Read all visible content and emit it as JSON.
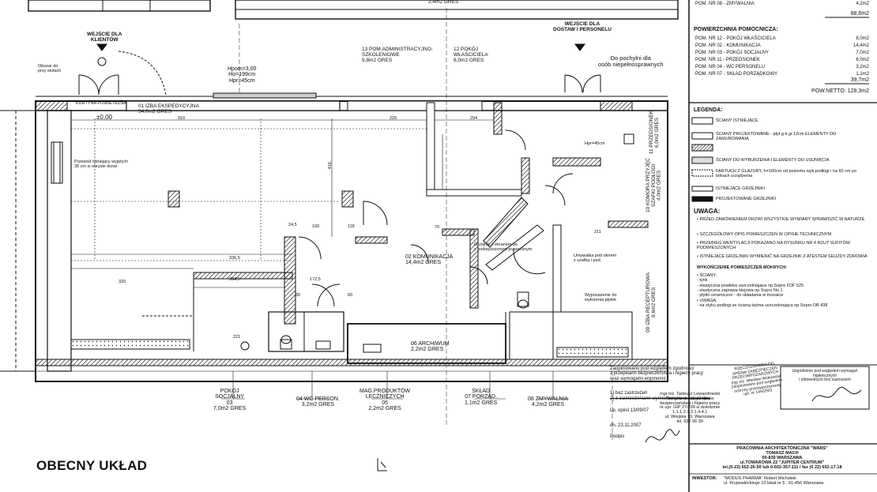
{
  "title": "OBECNY UKŁAD",
  "entrances": {
    "clients": "WEJŚCIE DLA\nKLIENTÓW",
    "delivery": "WEJŚCIE DLA\nDOSTAW I PERSONELU",
    "ramp": "Do pochylni dla\nosób niepełnosprawnych",
    "hall": "KURTYNA POWIETRZNA",
    "clients_note": "Obszar do\nprzy stołach"
  },
  "heights": "Hpom=3,00\nHo=199cm\nHpr=45cm",
  "level": "±0,00",
  "rooms": [
    {
      "id": "01",
      "text": "01  IZBA EKSPEDYCYJNA\n54,0m2  GRES"
    },
    {
      "id": "13",
      "text": "13  POM.ADMINISTRACYJNO-\nSZKOLENIOWE\n9,8m2  GRES"
    },
    {
      "id": "12",
      "text": "12  POKÓJ\nWŁAŚCICIELA\n8,0m2  GRES"
    },
    {
      "id": "11",
      "text": "11  PRZEDSIONEK\n6,0m2  GRES"
    },
    {
      "id": "10",
      "text": "10  KOMORA PRZYJĘĆ\nSZAFKI PODŁOGI\n4,0m2  GRES"
    },
    {
      "id": "09",
      "text": "09  IZBA RECEPTUROWA\n9,6m2  GRES"
    },
    {
      "id": "02",
      "text": "02  KOMUNIKACJA\n14,4m2  GRES"
    },
    {
      "id": "06",
      "text": "06  ARCHIWUM\n2,2m2  GRES"
    },
    {
      "id": "03",
      "text": "POKÓJ\nSOCJALNY\n03\n7,0m2  GRES"
    },
    {
      "id": "04",
      "text": "04  WC PERSON.\n3,2m2  GRES"
    },
    {
      "id": "05",
      "text": "MAG.PRODUKTÓW\nLECZNICZYCH\n05\n2,2m2  GRES"
    },
    {
      "id": "07",
      "text": "SKŁAD\n07  PORZĄD.\n1,1m2  GRES"
    },
    {
      "id": "08",
      "text": "08  ZMYWALNIA\n4,2m2  GRES"
    },
    {
      "id": "top",
      "text": "2,4m2  GRES"
    }
  ],
  "dims": [
    "910",
    "220",
    "294",
    "416",
    "336,5",
    "284,5",
    "320",
    "118",
    "100",
    "172,5",
    "30",
    "60",
    "221",
    "211",
    "24,5",
    "70"
  ],
  "notes_plan": {
    "przewod": "Przewód istniejący wyjętych\n30 cm w obrysie drzwi",
    "grzejnik": "Grzejnik z ekranem do\nz podwyższonym przenośnym",
    "wyp": "Wyposażenie do\nwyłożenia płytek",
    "stalowe": "Umywalka pod oknem\nz szafką i pod.",
    "hpr": "Hpr=45cm"
  },
  "approval": {
    "p1": "Zaopiniowano pod względem zgodności\nz przepisami bezpieczeństwa i higieny pracy\noraz wymogami ergonomii:",
    "p2": "1) bez zastrzeżeń",
    "p3": "2) z zastrzeżeniami wymienionymi w załączniku",
    "date": "Lp. opinii  13/09/07",
    "date2": "dn. 23.11.2007",
    "signer": "mgr inż. Tadeusz Lewandowski\nRzeczoznawca do spraw\nbezpieczeństwa i higieny pracy\nnr upr. GIP 27/209 w dziedzinie\n1.1.1.2.1.3.1.4.4.1\nul. Wiejska 10, Warszawa\ntel. 632 06 39",
    "podpis": "Podpis"
  },
  "panel": {
    "top_rows": [
      {
        "name": "POM. NR 08  -  ZMYWALNIA",
        "val": "4,2m2"
      },
      {
        "name": "",
        "val": "88,6m2"
      }
    ],
    "aux_title": "POWIERZCHNIA POMOCNICZA:",
    "aux_rows": [
      {
        "name": "POM. NR 12  -  POKÓJ WŁAŚCICIELA",
        "val": "8,0m2"
      },
      {
        "name": "POM. NR 02  -  KOMUNIKACJA",
        "val": "14,4m2"
      },
      {
        "name": "POM. NR 03  -  POKÓJ SOCJALNY",
        "val": "7,0m2"
      },
      {
        "name": "POM. NR 11  -  PRZEDSIONEK",
        "val": "6,0m2"
      },
      {
        "name": "POM. NR 04  -  WC PERSONELU",
        "val": "3,2m2"
      },
      {
        "name": "POM. NR 07  -  SKŁAD PORZĄDKOWY",
        "val": "1,1m2"
      }
    ],
    "aux_total": "39,7m2",
    "netto": "POW.NETTO:   128,3m2",
    "legend_title": "LEGENDA:",
    "legend": [
      "ŚCIANY ISTNIEJĄCE",
      "ŚCIANY PROJEKTOWANE - płyt g-k gr.12cm\nELEMENTY DO ZAMUROWANIA",
      "ŚCIANY DO WYBURZENIA I ELEMENTY DO USUNIĘCIA",
      "FARTUCH Z GLAZURY, h=160cm od poziomu wyk.podłogi\ni na 60 cm po bokach urządzenia",
      "ISTNIEJĄCE GRZEJNIKI",
      "PROJEKTOWANE GRZEJNIKI"
    ],
    "uwaga_title": "UWAGA:",
    "uwaga": [
      "• PRZED ZAMÓWIENIEM DRZWI WSZYSTKIE WYMIARY\n   SPRAWDZIĆ W NATURZE",
      "• SZCZEGÓŁOWY OPIS POMIESZCZEŃ W OPISIE TECHNICZNYM",
      "• PRZEBIEG WENTYLACJI POKAZANO NA RYSUNKU NR 4\n   RZUT SUFITÓW PODWIESZONYCH",
      "• ISTNIEJĄCE GRZEJNIKI WYMIENIĆ NA GRZEJNIK Z ATESTEM SEUZDY ZDROWIA"
    ],
    "wyk": "WYKOŃCZENIE POMIESZCZEŃ MOKRYCH:",
    "wyk_items": "• ŚCIANY:\n   - tynk\n   - elastyczna powłoka uszczelniająca np.Sopro FDF 525\n   - elastyczna zaprawa klejowa np.Sopro No.1\n   - płytki ceramiczne - do okładania w mozaice\n• UWAGA:\n   - na styku podłogi ze ścianą taśma uszczelniająca np.Sopro DB 438",
    "stamp1": "RZECZOZNAWCA DO SPRAW ZABEZPIECZEŃ\nPRZECIWPOŻAROWYCH\nmgr inż. Wiesław Wolnowski\nZaopiniowano pod względem\nochrony przeciwpożarowej\nupr. nr 145/2003",
    "stamp2": "Uzgodniono pod względem wymagań higienicznych\ni zdrowotnych bez zastrzeżeń",
    "office": "PRACOWNIA ARCHITEKTONICZNA \"WARS\"\nTOMASZ MACH\n00-839 WARSZAWA\nul.TOWAROWA 22 \"JUPITER CENTRUM\"\ntel.(0-22) 652-26-50 lub 0-602-357-111 / fax (0 22) 652-17-18",
    "investor_label": "INWESTOR:",
    "investor": "\"MODUS PHARMA\" Robert Michalski\nul. Krypowieckiego 10 lokal nr 5 , 01-456 Warszawa"
  }
}
